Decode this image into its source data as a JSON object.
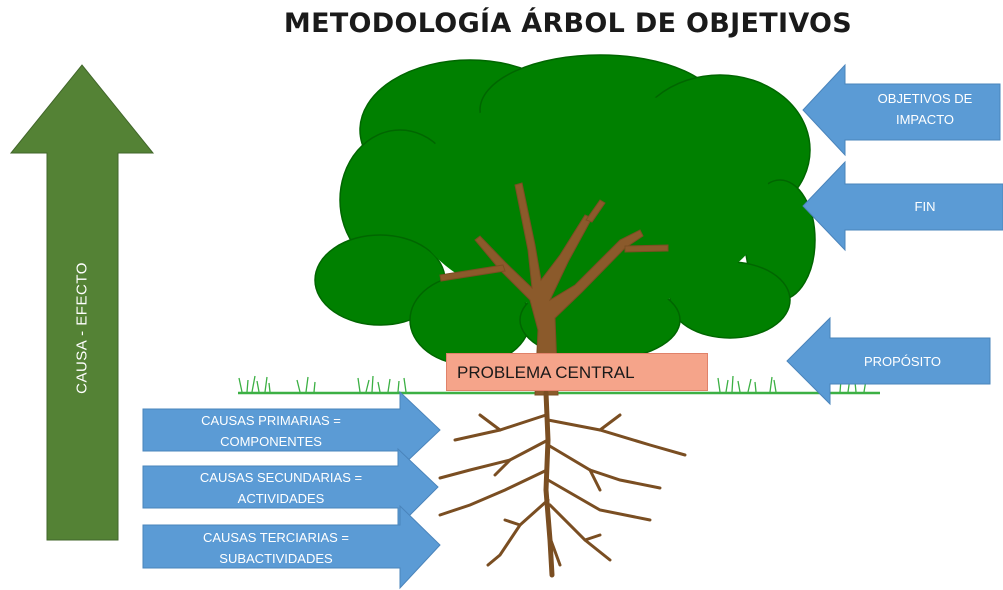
{
  "title": "METODOLOGÍA ÁRBOL DE OBJETIVOS",
  "left_arrow": {
    "label": "CAUSA - EFECTO",
    "color": "#548235"
  },
  "right_arrows": [
    {
      "label": "OBJETIVOS DE IMPACTO"
    },
    {
      "label": "FIN"
    },
    {
      "label": "PROPÓSITO"
    }
  ],
  "cause_arrows": [
    {
      "label": "CAUSAS PRIMARIAS = COMPONENTES"
    },
    {
      "label": "CAUSAS SECUNDARIAS = ACTIVIDADES"
    },
    {
      "label": "CAUSAS TERCIARIAS = SUBACTIVIDADES"
    }
  ],
  "central_problem": "PROBLEMA CENTRAL",
  "colors": {
    "blue_arrow": "#5b9bd5",
    "canopy": "#008000",
    "trunk": "#8b5a2b",
    "ground": "#3cb044",
    "problem_fill": "#f5a48a"
  }
}
